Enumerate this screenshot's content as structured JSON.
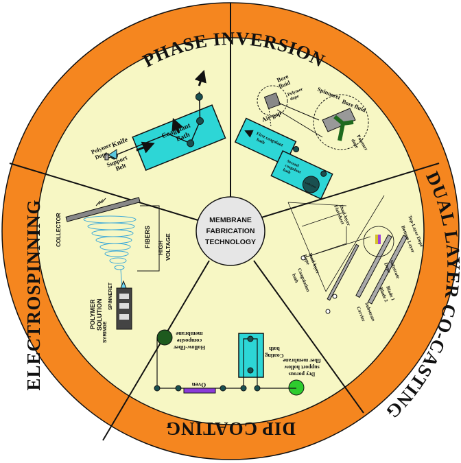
{
  "center": {
    "line1": "MEMBRANE",
    "line2": "FABRICATION",
    "line3": "TECHNOLOGY"
  },
  "ring_titles": {
    "phase_inversion": "PHASE INVERSION",
    "dual_layer": "DUAL LAYER CO-CASTING",
    "dip_coating": "DIP COATING",
    "electrospinning": "ELECTROSPINNING"
  },
  "phase_inversion": {
    "polymer_dope_1": "Polymer",
    "polymer_dope_2": "Dope",
    "knife": "Knife",
    "support_belt_1": "Support",
    "support_belt_2": "Belt",
    "coagulant_bath_1": "Coagulant",
    "coagulant_bath_2": "Bath"
  },
  "spinning": {
    "bore_fluid_1": "Bore",
    "bore_fluid_2": "fluid",
    "polymer_dope_small_1": "Polymer",
    "polymer_dope_small_2": "dope",
    "air_gap": "Air-gap",
    "first_bath_1": "First coagulant",
    "first_bath_2": "bath",
    "second_bath_1": "Second",
    "second_bath_2": "coagulant",
    "second_bath_3": "bath",
    "spinneret": "Spinneret",
    "bore_fluid_right": "Bore fluid",
    "polymer_dope_right_1": "Polymer",
    "polymer_dope_right_2": "dope",
    "collection": "Collection"
  },
  "dual_layer": {
    "top_layer_dope": "Top-Layer Dope",
    "bottom_layer": "Bottom Layer",
    "dual_layer_film_1": "Dual-layer",
    "dual_layer_film_2": "Flat-sheet",
    "dual_layer_dope_1": "Dual-layer",
    "dual_layer_dope_2": "Dope",
    "coagulation_bath_1": "Coagulation",
    "coagulation_bath_2": "bath",
    "substrate_1": "Substrate",
    "substrate_2": "Dope",
    "blade_1": "Blade 1",
    "blade_2": "Blade 2",
    "substrate": "Substrate",
    "carrier": "Carrier"
  },
  "dip_coating": {
    "hollow_fiber_1": "Hollow-fiber",
    "hollow_fiber_2": "composite",
    "hollow_fiber_3": "membrane",
    "coating_bath_1": "Coating",
    "coating_bath_2": "bath",
    "dry_porous_1": "Dry porous",
    "dry_porous_2": "support hollow",
    "dry_porous_3": "fiber membrane",
    "oven": "Oven"
  },
  "electrospinning": {
    "collector": "COLLECTOR",
    "fibers": "FIBERS",
    "high_voltage_1": "HIGH",
    "high_voltage_2": "VOLTAGE",
    "spinneret": "SPINNERET",
    "polymer_solution_1": "POLYMER",
    "polymer_solution_2": "SOLUTION",
    "syringe": "SYRINGE"
  },
  "colors": {
    "ring": "#f5861f",
    "inner": "#f7f7c4",
    "bath": "#2dd6d6",
    "dark_roller": "#1a5050",
    "oven": "#8a3bd8",
    "green_ball": "#2ecc2e",
    "dark_green_ball": "#1e5a1e"
  }
}
